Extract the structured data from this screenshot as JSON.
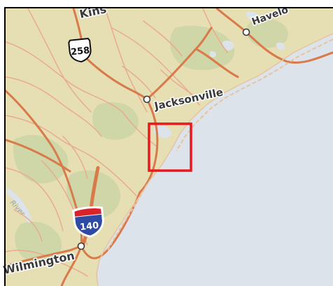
{
  "map": {
    "cities": {
      "kinston": "Kins",
      "havelock": "Havelo",
      "jacksonville": "Jacksonville",
      "wilmington": "Wilmington"
    },
    "routes": {
      "us": "258",
      "interstate": "140"
    },
    "water_label": "River",
    "colors": {
      "land": "#e6dfb4",
      "forest": "#c8d3a3",
      "water": "#dce3ea",
      "road_major": "#d97a4a",
      "road_minor": "#e9ab8e",
      "interstate_blue": "#2e4aa3",
      "interstate_red": "#d8232a",
      "highlight_box": "#e8191e",
      "frame": "#000000"
    },
    "icons": [
      "city-marker-icon",
      "us-route-shield-icon",
      "interstate-shield-icon"
    ]
  }
}
